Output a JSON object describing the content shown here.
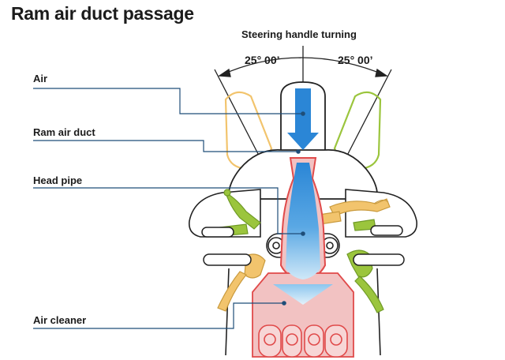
{
  "title": "Ram air duct passage",
  "steering": {
    "label": "Steering handle turning",
    "angle_left": "25° 00’",
    "angle_right": "25° 00’"
  },
  "labels": {
    "air": "Air",
    "ram_air_duct": "Ram air duct",
    "head_pipe": "Head pipe",
    "air_cleaner": "Air cleaner"
  },
  "colors": {
    "leader_line": "#1f4e79",
    "airflow": "#2b86d6",
    "airflow_light": "#b9dcf3",
    "duct": "#f2c2c2",
    "duct_stroke": "#e04a4a",
    "lever_left_turn": "#9bc53d",
    "lever_right_turn": "#f2c46d",
    "outline": "#222222"
  }
}
